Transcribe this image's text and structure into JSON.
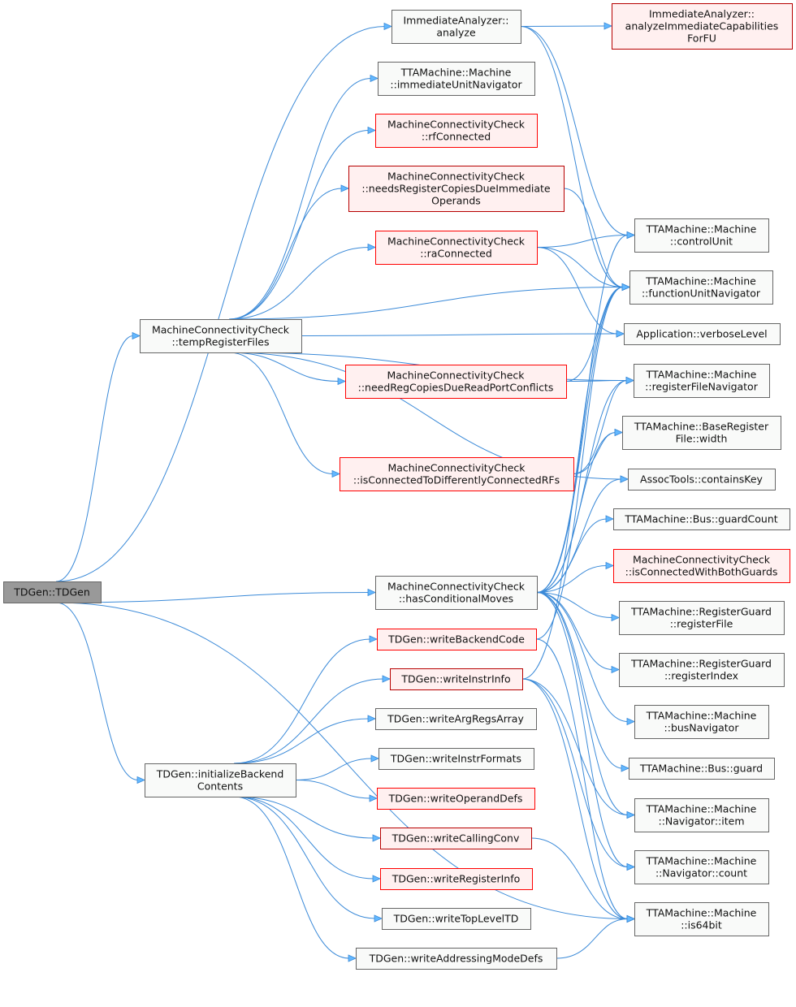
{
  "colors": {
    "edge": "#63b8ff",
    "red_border": "#ff0000",
    "dark_red_border": "#b70000",
    "root_fill": "#999999"
  },
  "nodes": [
    {
      "id": "root",
      "style": "root",
      "lines": [
        "TDGen::TDGen"
      ]
    },
    {
      "id": "analyze",
      "style": "normal",
      "lines": [
        "ImmediateAnalyzer::",
        "analyze"
      ]
    },
    {
      "id": "aicf",
      "style": "darkred",
      "lines": [
        "ImmediateAnalyzer::",
        "analyzeImmediateCapabilities",
        "ForFU"
      ]
    },
    {
      "id": "iun",
      "style": "normal",
      "lines": [
        "TTAMachine::Machine",
        "::immediateUnitNavigator"
      ]
    },
    {
      "id": "rfc",
      "style": "red",
      "lines": [
        "MachineConnectivityCheck",
        "::rfConnected"
      ]
    },
    {
      "id": "nrc",
      "style": "darkred",
      "lines": [
        "MachineConnectivityCheck",
        "::needsRegisterCopiesDueImmediate",
        "Operands"
      ]
    },
    {
      "id": "rac",
      "style": "red",
      "lines": [
        "MachineConnectivityCheck",
        "::raConnected"
      ]
    },
    {
      "id": "trf",
      "style": "normal",
      "lines": [
        "MachineConnectivityCheck",
        "::tempRegisterFiles"
      ]
    },
    {
      "id": "nrcrpc",
      "style": "red",
      "lines": [
        "MachineConnectivityCheck",
        "::needRegCopiesDueReadPortConflicts"
      ]
    },
    {
      "id": "ictdc",
      "style": "red",
      "lines": [
        "MachineConnectivityCheck",
        "::isConnectedToDifferentlyConnectedRFs"
      ]
    },
    {
      "id": "hcm",
      "style": "normal",
      "lines": [
        "MachineConnectivityCheck",
        "::hasConditionalMoves"
      ]
    },
    {
      "id": "ibc",
      "style": "normal",
      "lines": [
        "TDGen::initializeBackend",
        "Contents"
      ]
    },
    {
      "id": "wbc",
      "style": "red",
      "lines": [
        "TDGen::writeBackendCode"
      ]
    },
    {
      "id": "wii",
      "style": "darkred",
      "lines": [
        "TDGen::writeInstrInfo"
      ]
    },
    {
      "id": "wara",
      "style": "normal",
      "lines": [
        "TDGen::writeArgRegsArray"
      ]
    },
    {
      "id": "wif",
      "style": "normal",
      "lines": [
        "TDGen::writeInstrFormats"
      ]
    },
    {
      "id": "wod",
      "style": "red",
      "lines": [
        "TDGen::writeOperandDefs"
      ]
    },
    {
      "id": "wcc",
      "style": "darkred",
      "lines": [
        "TDGen::writeCallingConv"
      ]
    },
    {
      "id": "wri",
      "style": "red",
      "lines": [
        "TDGen::writeRegisterInfo"
      ]
    },
    {
      "id": "wtl",
      "style": "normal",
      "lines": [
        "TDGen::writeTopLevelTD"
      ]
    },
    {
      "id": "wamd",
      "style": "normal",
      "lines": [
        "TDGen::writeAddressingModeDefs"
      ]
    },
    {
      "id": "cu",
      "style": "normal",
      "lines": [
        "TTAMachine::Machine",
        "::controlUnit"
      ]
    },
    {
      "id": "fun",
      "style": "normal",
      "lines": [
        "TTAMachine::Machine",
        "::functionUnitNavigator"
      ]
    },
    {
      "id": "vl",
      "style": "normal",
      "lines": [
        "Application::verboseLevel"
      ]
    },
    {
      "id": "rfn",
      "style": "normal",
      "lines": [
        "TTAMachine::Machine",
        "::registerFileNavigator"
      ]
    },
    {
      "id": "brw",
      "style": "normal",
      "lines": [
        "TTAMachine::BaseRegister",
        "File::width"
      ]
    },
    {
      "id": "ck",
      "style": "normal",
      "lines": [
        "AssocTools::containsKey"
      ]
    },
    {
      "id": "gc",
      "style": "normal",
      "lines": [
        "TTAMachine::Bus::guardCount"
      ]
    },
    {
      "id": "icbg",
      "style": "red",
      "lines": [
        "MachineConnectivityCheck",
        "::isConnectedWithBothGuards"
      ]
    },
    {
      "id": "rgrf",
      "style": "normal",
      "lines": [
        "TTAMachine::RegisterGuard",
        "::registerFile"
      ]
    },
    {
      "id": "rgri",
      "style": "normal",
      "lines": [
        "TTAMachine::RegisterGuard",
        "::registerIndex"
      ]
    },
    {
      "id": "bn",
      "style": "normal",
      "lines": [
        "TTAMachine::Machine",
        "::busNavigator"
      ]
    },
    {
      "id": "bg",
      "style": "normal",
      "lines": [
        "TTAMachine::Bus::guard"
      ]
    },
    {
      "id": "ni",
      "style": "normal",
      "lines": [
        "TTAMachine::Machine",
        "::Navigator::item"
      ]
    },
    {
      "id": "nc",
      "style": "normal",
      "lines": [
        "TTAMachine::Machine",
        "::Navigator::count"
      ]
    },
    {
      "id": "i64",
      "style": "normal",
      "lines": [
        "TTAMachine::Machine",
        "::is64bit"
      ]
    }
  ],
  "edges": [
    [
      "root",
      "analyze"
    ],
    [
      "root",
      "trf"
    ],
    [
      "root",
      "hcm"
    ],
    [
      "root",
      "ibc"
    ],
    [
      "root",
      "i64"
    ],
    [
      "analyze",
      "aicf"
    ],
    [
      "analyze",
      "cu"
    ],
    [
      "analyze",
      "fun"
    ],
    [
      "trf",
      "iun"
    ],
    [
      "trf",
      "rfc"
    ],
    [
      "trf",
      "nrc"
    ],
    [
      "trf",
      "rac"
    ],
    [
      "trf",
      "nrcrpc"
    ],
    [
      "trf",
      "ictdc"
    ],
    [
      "trf",
      "fun"
    ],
    [
      "trf",
      "vl"
    ],
    [
      "trf",
      "rfn"
    ],
    [
      "trf",
      "ck"
    ],
    [
      "nrc",
      "fun"
    ],
    [
      "rac",
      "cu"
    ],
    [
      "rac",
      "fun"
    ],
    [
      "rac",
      "vl"
    ],
    [
      "nrcrpc",
      "rfn"
    ],
    [
      "nrcrpc",
      "fun"
    ],
    [
      "ictdc",
      "brw"
    ],
    [
      "ictdc",
      "rfn"
    ],
    [
      "hcm",
      "cu"
    ],
    [
      "hcm",
      "fun"
    ],
    [
      "hcm",
      "rfn"
    ],
    [
      "hcm",
      "brw"
    ],
    [
      "hcm",
      "ck"
    ],
    [
      "hcm",
      "gc"
    ],
    [
      "hcm",
      "icbg"
    ],
    [
      "hcm",
      "rgrf"
    ],
    [
      "hcm",
      "rgri"
    ],
    [
      "hcm",
      "bn"
    ],
    [
      "hcm",
      "bg"
    ],
    [
      "hcm",
      "ni"
    ],
    [
      "hcm",
      "nc"
    ],
    [
      "wbc",
      "fun"
    ],
    [
      "wbc",
      "i64"
    ],
    [
      "wii",
      "fun"
    ],
    [
      "wii",
      "ni"
    ],
    [
      "wii",
      "nc"
    ],
    [
      "wii",
      "i64"
    ],
    [
      "wcc",
      "i64"
    ],
    [
      "wamd",
      "i64"
    ],
    [
      "ibc",
      "wbc"
    ],
    [
      "ibc",
      "wii"
    ],
    [
      "ibc",
      "wara"
    ],
    [
      "ibc",
      "wif"
    ],
    [
      "ibc",
      "wod"
    ],
    [
      "ibc",
      "wcc"
    ],
    [
      "ibc",
      "wri"
    ],
    [
      "ibc",
      "wtl"
    ],
    [
      "ibc",
      "wamd"
    ]
  ]
}
